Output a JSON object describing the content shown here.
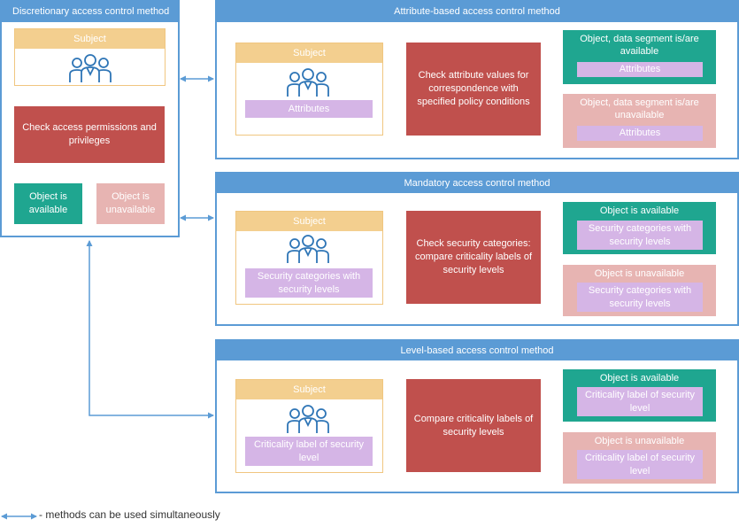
{
  "legend": {
    "text": "- methods can be used simultaneously"
  },
  "dac": {
    "title": "Discretionary access control method",
    "subject": "Subject",
    "check": "Check access permissions and privileges",
    "available": "Object is available",
    "unavailable": "Object is unavailable"
  },
  "abac": {
    "title": "Attribute-based access control method",
    "subject": "Subject",
    "subject_attr": "Attributes",
    "check": "Check attribute values for correspondence with specified policy conditions",
    "available": "Object, data segment is/are available",
    "available_attr": "Attributes",
    "unavailable": "Object, data segment is/are unavailable",
    "unavailable_attr": "Attributes"
  },
  "mac": {
    "title": "Mandatory access control method",
    "subject": "Subject",
    "subject_attr": "Security categories with security levels",
    "check": "Check security categories: compare criticality labels of security levels",
    "available": "Object is available",
    "available_attr": "Security categories with security levels",
    "unavailable": "Object is unavailable",
    "unavailable_attr": "Security categories with security levels"
  },
  "lbac": {
    "title": "Level-based access control method",
    "subject": "Subject",
    "subject_attr": "Criticality label of security level",
    "check": "Compare criticality labels of security levels",
    "available": "Object is available",
    "available_attr": "Criticality label of security level",
    "unavailable": "Object is unavailable",
    "unavailable_attr": "Criticality label of security level"
  },
  "colors": {
    "panel": "#5b9bd5",
    "check": "#c0504d",
    "available": "#1fa690",
    "unavailable": "#e7b4b2",
    "subject": "#f3cf8f",
    "attribute": "#d5b5e6"
  },
  "icons": {
    "people": "people-group-icon",
    "connector": "double-arrow-icon"
  }
}
